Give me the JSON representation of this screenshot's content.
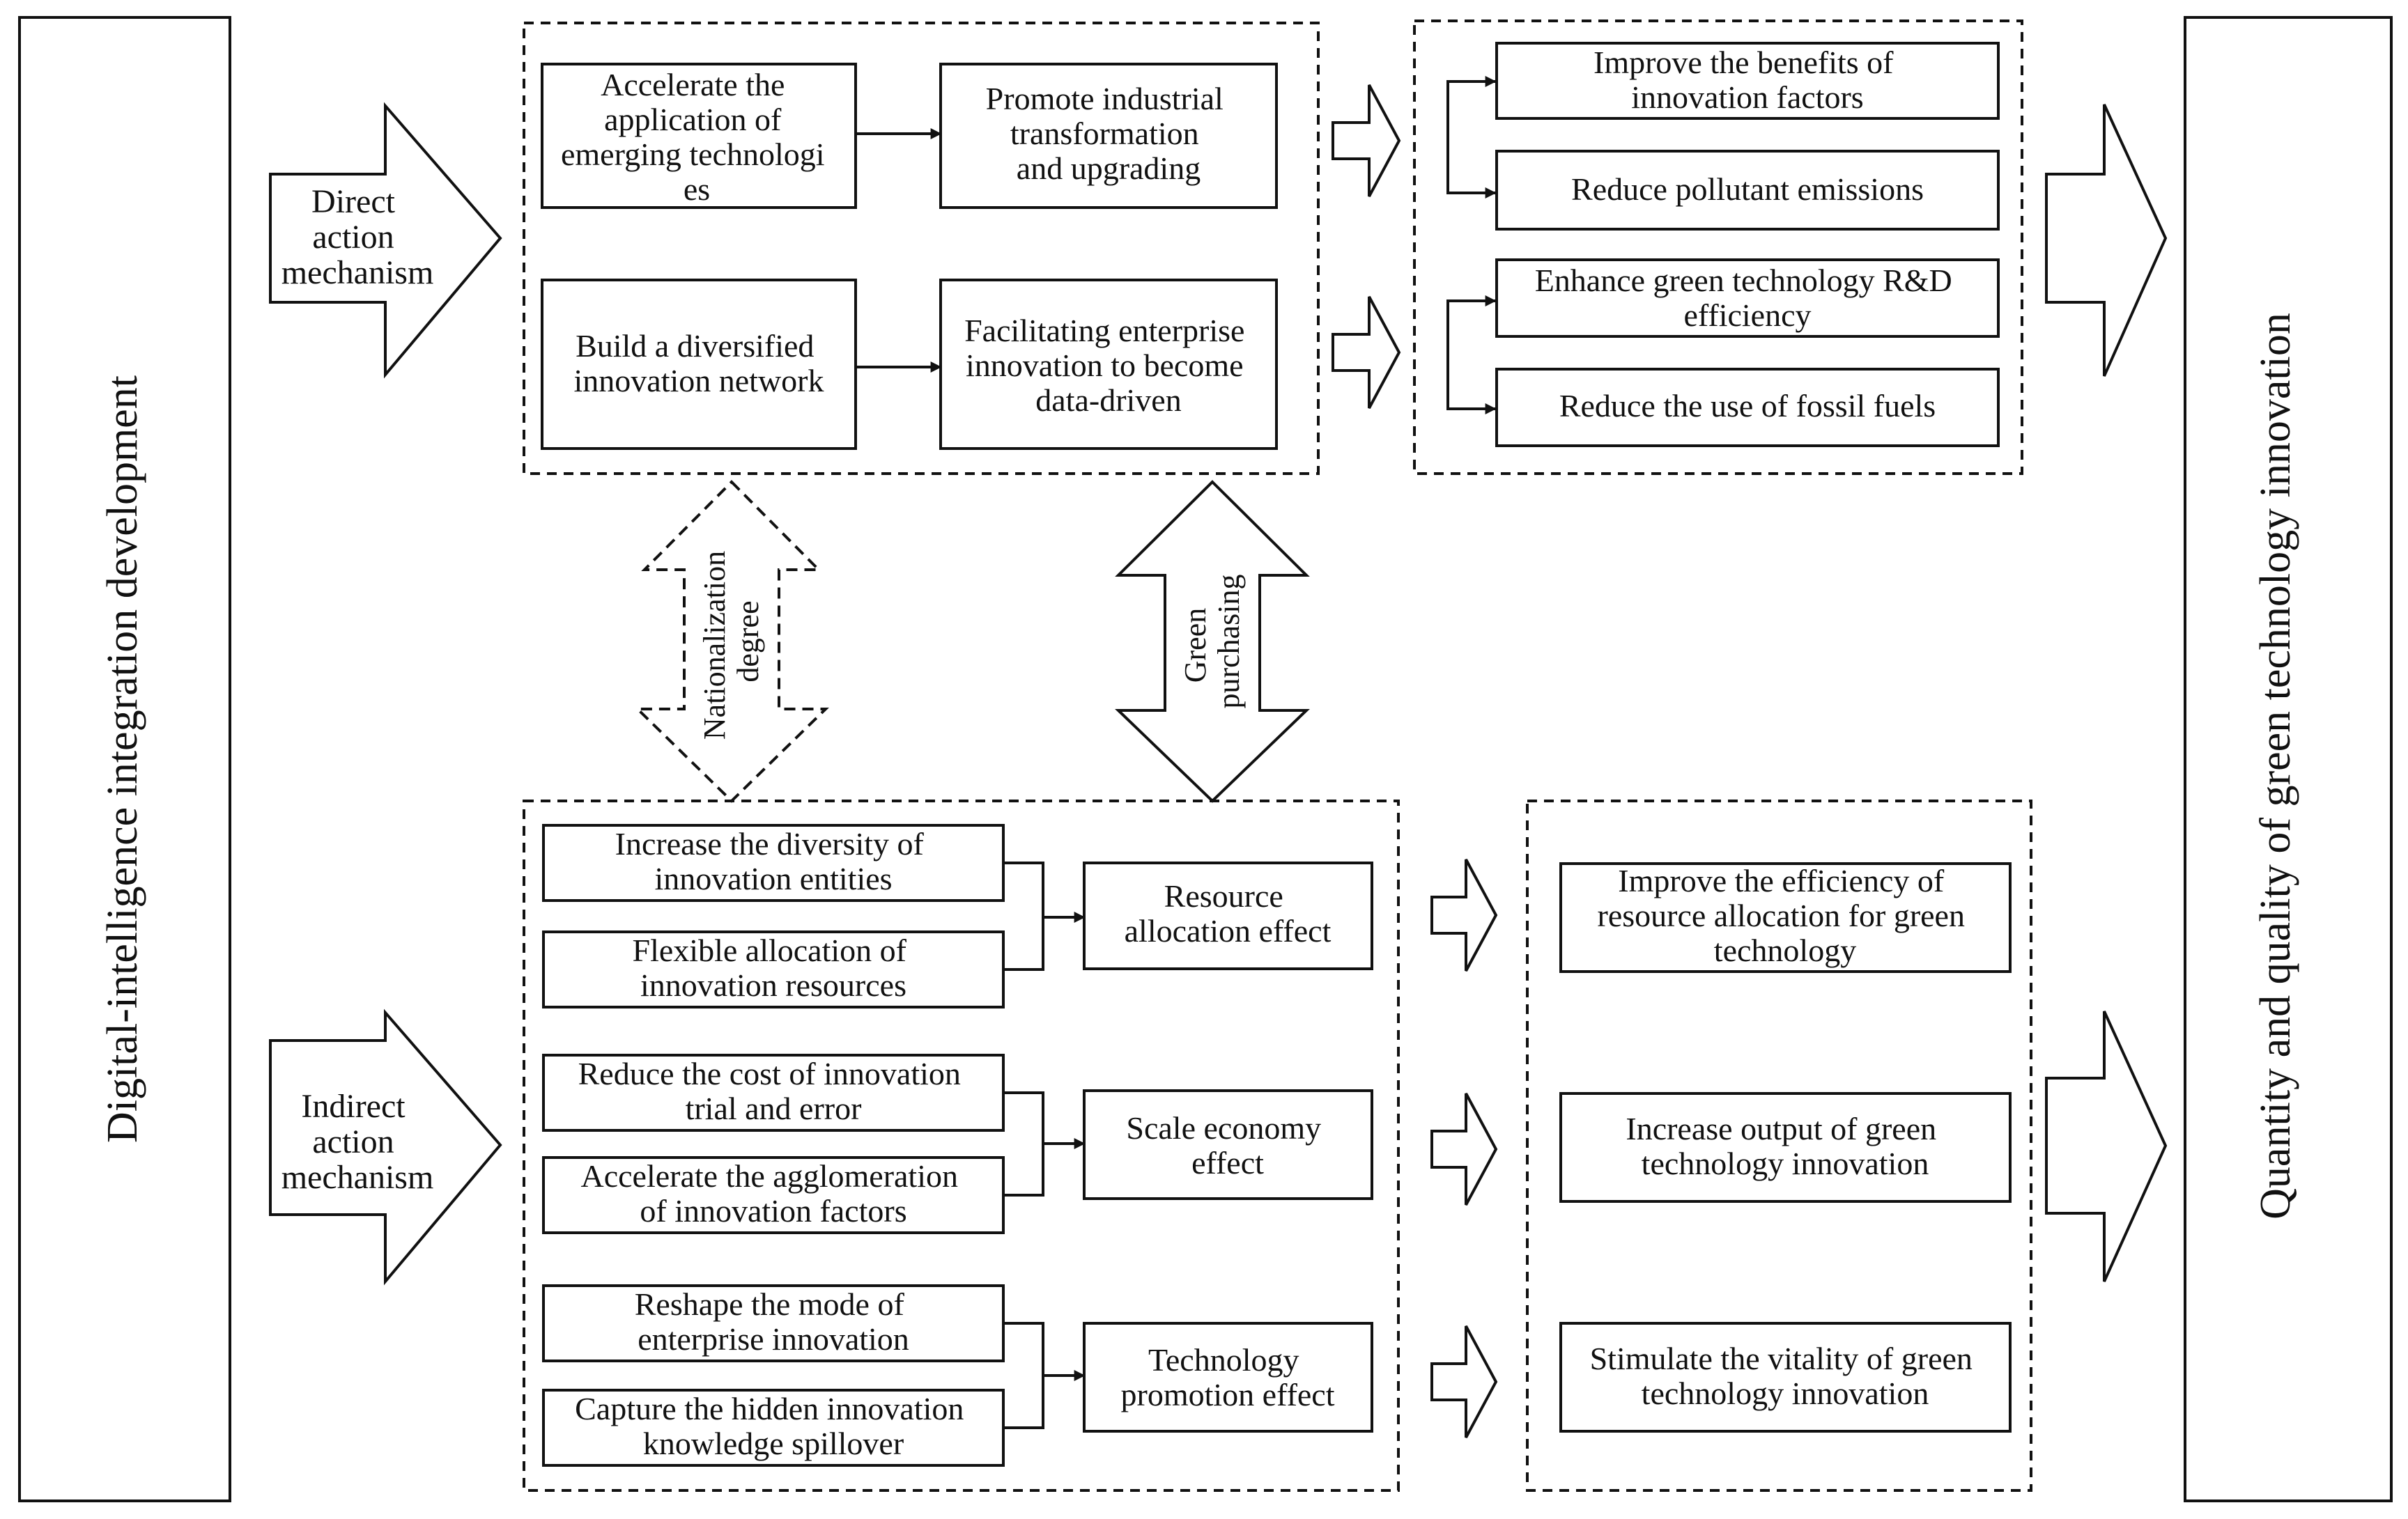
{
  "left_label": "Digital-intelligence integration development",
  "right_label": "Quantity and quality of green technology innovation",
  "direct": {
    "arrow_label": [
      "Direct",
      "action",
      "mechanism"
    ],
    "row1": {
      "source": [
        "Accelerate the",
        "application of",
        "emerging technologi",
        "es"
      ],
      "target": [
        "Promote industrial",
        "transformation",
        "and upgrading"
      ]
    },
    "row2": {
      "source": [
        "Build a diversified",
        "innovation network"
      ],
      "target": [
        "Facilitating enterprise",
        "innovation to become",
        "data-driven"
      ]
    },
    "outcomes": [
      [
        "Improve the benefits of",
        "innovation factors"
      ],
      [
        "Reduce pollutant emissions"
      ],
      [
        "Enhance green technology R&D",
        "efficiency"
      ],
      [
        "Reduce the use of fossil fuels"
      ]
    ]
  },
  "moderators": {
    "nationalization": [
      "Nationalization",
      "degree"
    ],
    "green_purchasing": [
      "Green",
      "purchasing"
    ]
  },
  "indirect": {
    "arrow_label": [
      "Indirect",
      "action",
      "mechanism"
    ],
    "groups": [
      {
        "causes": [
          [
            "Increase the diversity of",
            "innovation entities"
          ],
          [
            "Flexible allocation of",
            "innovation resources"
          ]
        ],
        "effect": [
          "Resource",
          "allocation effect"
        ],
        "outcome": [
          "Improve the efficiency of",
          "resource allocation for green",
          "technology"
        ]
      },
      {
        "causes": [
          [
            "Reduce the cost of innovation",
            "trial and error"
          ],
          [
            "Accelerate the agglomeration",
            "of innovation factors"
          ]
        ],
        "effect": [
          "Scale economy",
          "effect"
        ],
        "outcome": [
          "Increase output of green",
          "technology innovation"
        ]
      },
      {
        "causes": [
          [
            "Reshape the mode of",
            "enterprise innovation"
          ],
          [
            "Capture the hidden innovation",
            "knowledge spillover"
          ]
        ],
        "effect": [
          "Technology",
          "promotion effect"
        ],
        "outcome": [
          "Stimulate the vitality of green",
          "technology innovation"
        ]
      }
    ]
  },
  "colors": {
    "line": "#111111",
    "background": "#ffffff"
  }
}
